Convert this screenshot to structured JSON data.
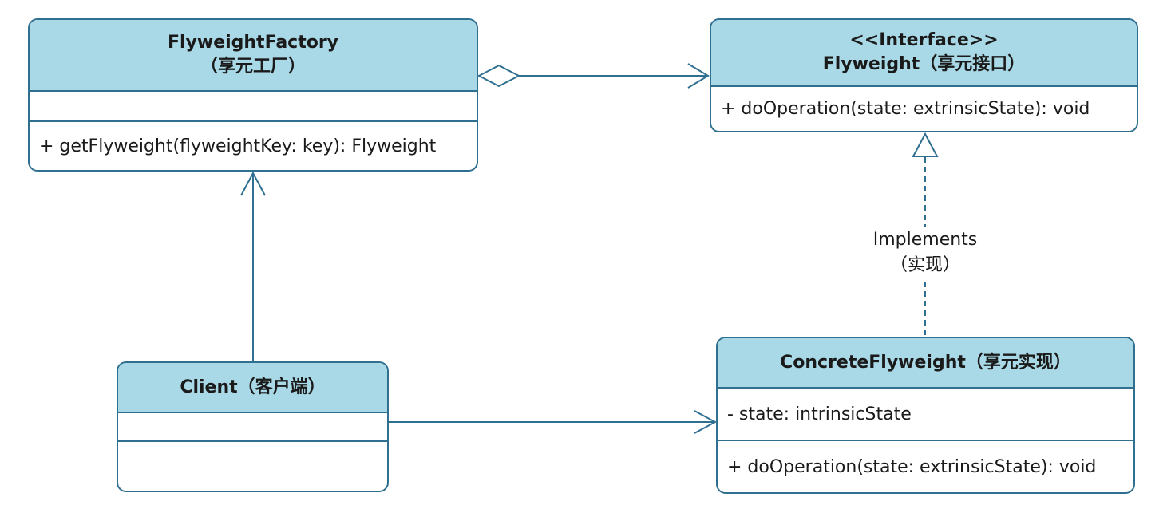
{
  "classes": {
    "factory": {
      "name": "FlyweightFactory",
      "subtitle": "（享元工厂）",
      "methods": [
        "+ getFlyweight(flyweightKey: key): Flyweight"
      ]
    },
    "flyweight": {
      "stereotype": "<<Interface>>",
      "name": "Flyweight（享元接口）",
      "methods": [
        "+ doOperation(state: extrinsicState): void"
      ]
    },
    "client": {
      "name": "Client（客户端）"
    },
    "concrete": {
      "name": "ConcreteFlyweight（享元实现）",
      "attributes": [
        "- state: intrinsicState"
      ],
      "methods": [
        "+ doOperation(state: extrinsicState): void"
      ]
    }
  },
  "relations": {
    "implements": {
      "label": "Implements",
      "label_cn": "（实现）"
    }
  },
  "colors": {
    "header_fill": "#a9d9e6",
    "stroke": "#2f6f8f"
  }
}
